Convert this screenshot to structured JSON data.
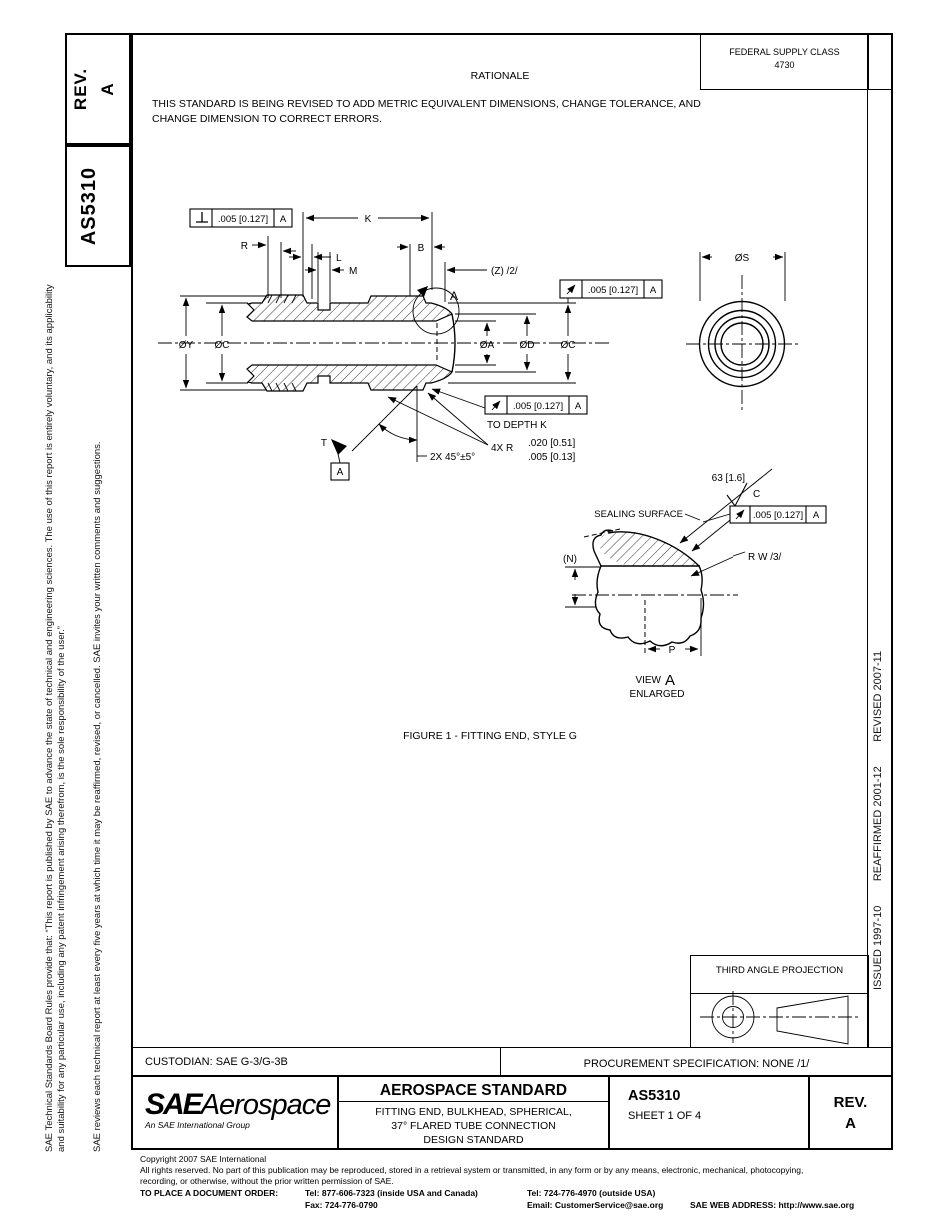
{
  "header": {
    "rev_label": "REV.",
    "rev_value": "A",
    "doc_number": "AS5310",
    "fsc_label": "FEDERAL SUPPLY CLASS",
    "fsc_value": "4730",
    "rationale_title": "RATIONALE",
    "rationale_line1": "THIS STANDARD IS BEING REVISED TO ADD METRIC EQUIVALENT DIMENSIONS, CHANGE TOLERANCE, AND",
    "rationale_line2": "CHANGE DIMENSION TO CORRECT ERRORS."
  },
  "margins": {
    "left1": "SAE Technical Standards Board Rules provide that: “This report is published by SAE to advance the state of technical and engineering sciences. The use of this report is entirely voluntary, and its applicability and suitability for any particular use, including any patent infringement arising therefrom, is the sole responsibility of the user.”",
    "left2": "SAE reviews each technical report at least every five years at which time it may be reaffirmed, revised, or cancelled. SAE invites your written comments and suggestions.",
    "right": "ISSUED 1997-10        REAFFIRMED 2001-12        REVISED 2007-11"
  },
  "drawing": {
    "fcf_value": ".005 [0.127]",
    "datum": "A",
    "labels": {
      "k": "K",
      "r": "R",
      "l": "L",
      "m": "M",
      "b": "B",
      "z": "(Z) /2/",
      "view_ref": "A",
      "dia_y": "ØY",
      "dia_c": "ØC",
      "dia_a": "ØA",
      "dia_d": "ØD",
      "dia_s": "ØS",
      "to_depth": "TO DEPTH  K",
      "rad_qty": "4X R",
      "rad_v1": ".020 [0.51]",
      "rad_v2": ".005 [0.13]",
      "chamfer": "2X 45°±5°",
      "t": "T",
      "datum_a": "A",
      "finish": "63 [1.6]",
      "finish_c": "C",
      "sealing": "SEALING SURFACE",
      "rw": "R W  /3/",
      "n": "(N)",
      "p": "P",
      "view_word": "VIEW",
      "view_letter": "A",
      "enlarged": "ENLARGED",
      "caption": "FIGURE 1 - FITTING END, STYLE G"
    }
  },
  "projection": {
    "label": "THIRD ANGLE PROJECTION"
  },
  "custodian": {
    "left": "CUSTODIAN: SAE G-3/G-3B",
    "right": "PROCUREMENT SPECIFICATION: NONE /1/"
  },
  "title_block": {
    "logo_sae": "SAE",
    "logo_aero": "Aerospace",
    "logo_tag": "An SAE International Group",
    "heading": "AEROSPACE STANDARD",
    "line1": "FITTING END, BULKHEAD, SPHERICAL,",
    "line2": "37° FLARED TUBE CONNECTION",
    "line3": "DESIGN STANDARD",
    "number": "AS5310",
    "sheet": "SHEET 1 OF 4",
    "rev_label": "REV.",
    "rev_value": "A"
  },
  "footer": {
    "copyright": "Copyright 2007 SAE International",
    "rights1": "All rights reserved. No part of this publication may be reproduced, stored in a retrieval system or transmitted, in any form or by any means, electronic, mechanical, photocopying,",
    "rights2": "recording, or otherwise, without the prior written permission of SAE.",
    "order_label": "TO PLACE A DOCUMENT ORDER:",
    "tel_inside": "Tel: 877-606-7323 (inside USA and Canada)",
    "tel_outside": "Tel: 724-776-4970 (outside USA)",
    "fax": "Fax: 724-776-0790",
    "email": "Email: CustomerService@sae.org",
    "web": "SAE WEB ADDRESS: http://www.sae.org"
  }
}
